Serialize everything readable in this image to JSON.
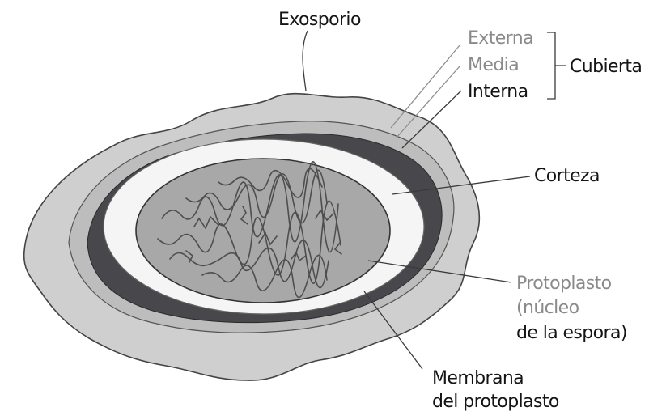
{
  "labels": {
    "exosporio": "Exosporio",
    "externa": "Externa",
    "media": "Media",
    "interna": "Interna",
    "cubierta": "Cubierta",
    "corteza": "Corteza",
    "protoplasto_line1": "Protoplasto",
    "protoplasto_line2": "(núcleo",
    "protoplasto_line3": "de la espora)",
    "membrana_line1": "Membrana",
    "membrana_line2": "del protoplasto"
  },
  "colors": {
    "exosporium": "#cfcfcf",
    "outer_coat": "#b9b9b9",
    "inner_coat": "#4a4a4e",
    "cortex": "#f4f4f4",
    "protoplast": "#a6a6a6",
    "nucleoid": "#555555",
    "text_dark": "#141414",
    "text_grey": "#8a8a8a"
  }
}
